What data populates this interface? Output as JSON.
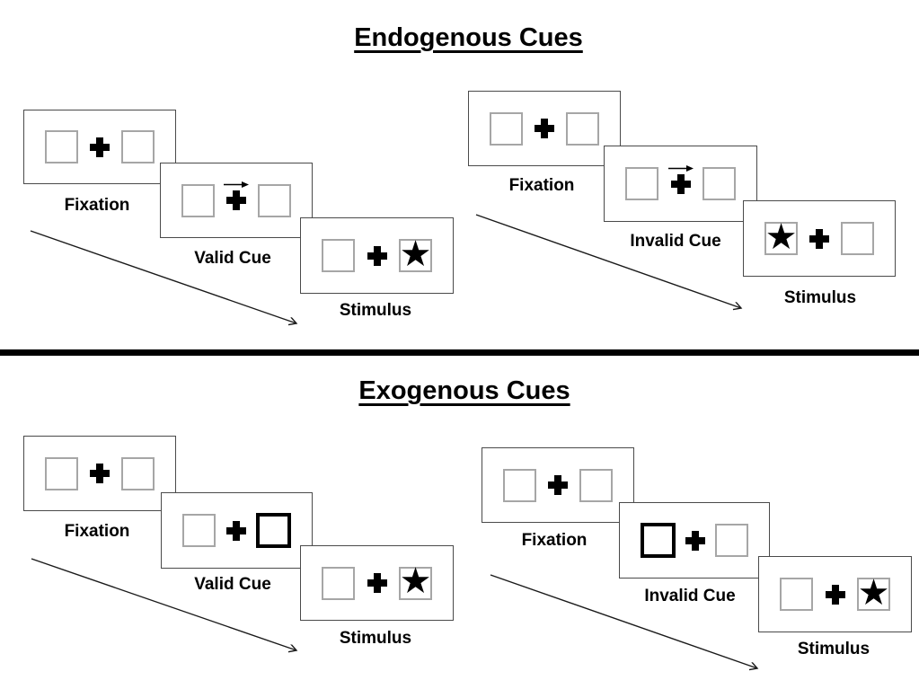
{
  "titles": {
    "endogenous": "Endogenous Cues",
    "exogenous": "Exogenous Cues"
  },
  "glyphs": {
    "star": "★"
  },
  "colors": {
    "ink": "#000000",
    "panel_border": "#4a4a4a",
    "box_border": "#a6a6a6",
    "background": "#ffffff"
  },
  "groups": [
    {
      "name": "endogenous-valid",
      "panels": [
        {
          "label": "Fixation"
        },
        {
          "label": "Valid Cue",
          "cue": "arrow-right"
        },
        {
          "label": "Stimulus",
          "target_side": "right"
        }
      ]
    },
    {
      "name": "endogenous-invalid",
      "panels": [
        {
          "label": "Fixation"
        },
        {
          "label": "Invalid Cue",
          "cue": "arrow-right"
        },
        {
          "label": "Stimulus",
          "target_side": "left"
        }
      ]
    },
    {
      "name": "exogenous-valid",
      "panels": [
        {
          "label": "Fixation"
        },
        {
          "label": "Valid Cue",
          "cue": "bold-box-right"
        },
        {
          "label": "Stimulus",
          "target_side": "right"
        }
      ]
    },
    {
      "name": "exogenous-invalid",
      "panels": [
        {
          "label": "Fixation"
        },
        {
          "label": "Invalid Cue",
          "cue": "bold-box-left"
        },
        {
          "label": "Stimulus",
          "target_side": "right"
        }
      ]
    }
  ]
}
